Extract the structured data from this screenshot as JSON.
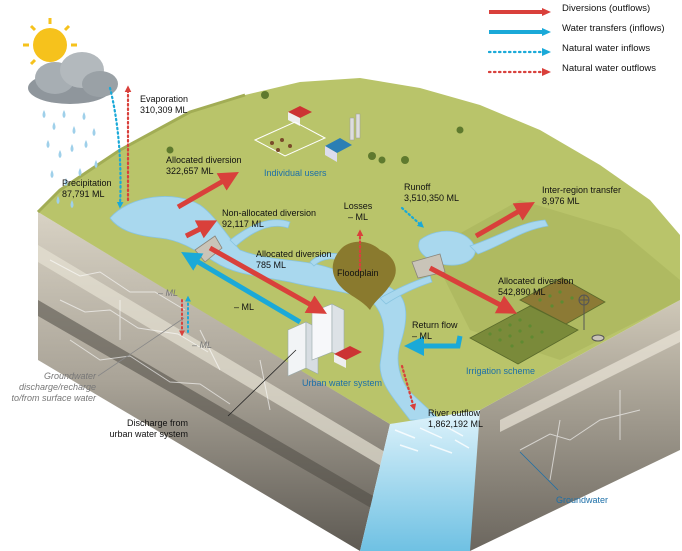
{
  "legend": [
    {
      "label": "Diversions (outflows)",
      "style": "solid",
      "color": "#d9403b"
    },
    {
      "label": "Water transfers (inflows)",
      "style": "solid",
      "color": "#1aa9d8"
    },
    {
      "label": "Natural water inflows",
      "style": "dotted",
      "color": "#1aa9d8"
    },
    {
      "label": "Natural water outflows",
      "style": "dotted",
      "color": "#d9403b"
    }
  ],
  "flows": {
    "evaporation": {
      "name": "Evaporation",
      "value": "310,309 ML"
    },
    "precipitation": {
      "name": "Precipitation",
      "value": "87,791 ML"
    },
    "allocated_diversion_1": {
      "name": "Allocated diversion",
      "value": "322,657 ML"
    },
    "non_allocated_diversion": {
      "name": "Non-allocated diversion",
      "value": "92,117 ML"
    },
    "allocated_diversion_2": {
      "name": "Allocated diversion",
      "value": "785 ML"
    },
    "losses": {
      "name": "Losses",
      "value": "– ML"
    },
    "runoff": {
      "name": "Runoff",
      "value": "3,510,350 ML"
    },
    "inter_region_transfer": {
      "name": "Inter-region transfer",
      "value": "8,976 ML"
    },
    "allocated_diversion_3": {
      "name": "Allocated diversion",
      "value": "542,890 ML"
    },
    "return_flow": {
      "name": "Return flow",
      "value": "– ML"
    },
    "river_outflow": {
      "name": "River outflow",
      "value": "1,862,192 ML"
    },
    "urban_transfer": {
      "value": "– ML"
    },
    "groundwater_1": {
      "value": "– ML"
    },
    "groundwater_2": {
      "value": "– ML"
    }
  },
  "places": {
    "individual_users": "Individual users",
    "floodplain": "Floodplain",
    "urban_water_system": "Urban water system",
    "irrigation_scheme": "Irrigation scheme",
    "groundwater": "Groundwater"
  },
  "notes": {
    "gw_exchange": "Groundwater\ndischarge/recharge\nto/from surface water",
    "urban_discharge": "Discharge from\nurban water system"
  },
  "colors": {
    "land": "#b9c46a",
    "land_dark": "#a2ad55",
    "water": "#a9d8ee",
    "rock": "#8f8a80",
    "rock_dark": "#5f5b54",
    "floodplain": "#8a7a2e",
    "outflow": "#d9403b",
    "inflow": "#1aa9d8"
  }
}
